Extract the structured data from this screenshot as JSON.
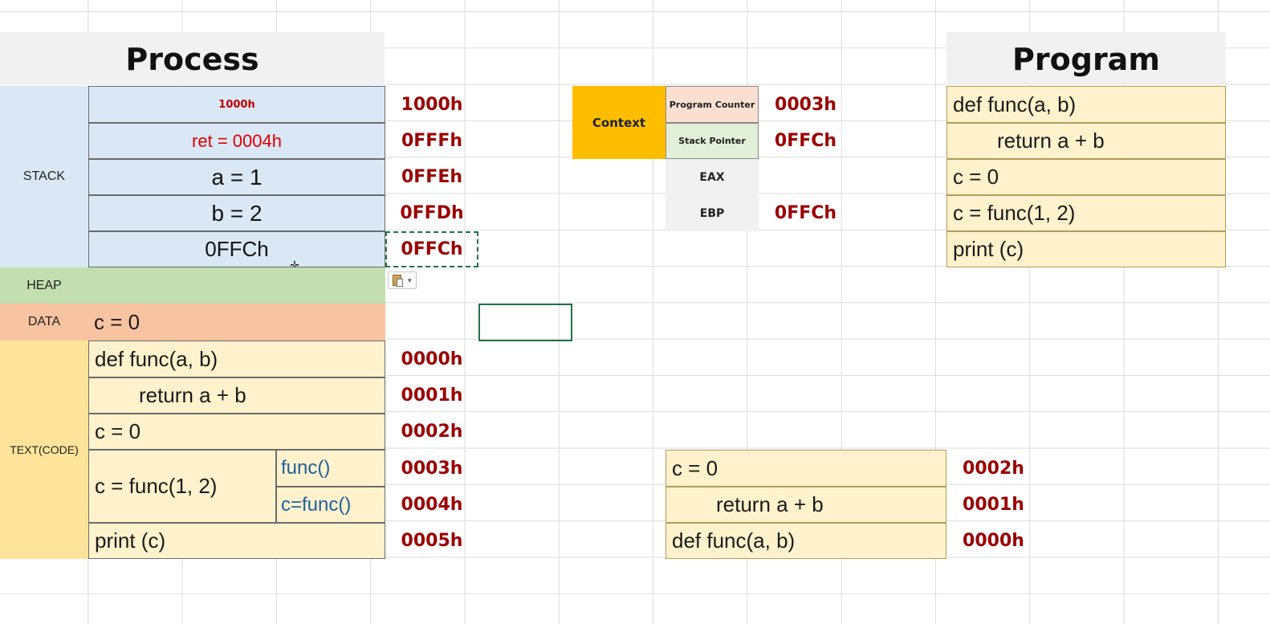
{
  "process": {
    "title": "Process",
    "labels": {
      "stack": "STACK",
      "heap": "HEAP",
      "data": "DATA",
      "text": "TEXT(CODE)"
    },
    "stack": [
      {
        "value": "1000h",
        "addr": "1000h"
      },
      {
        "value": "ret = 0004h",
        "addr": "0FFFh"
      },
      {
        "value": "a = 1",
        "addr": "0FFEh"
      },
      {
        "value": "b = 2",
        "addr": "0FFDh"
      },
      {
        "value": "0FFCh",
        "addr": "0FFCh"
      }
    ],
    "data": {
      "value": "c = 0"
    },
    "text": [
      {
        "code": "def func(a, b)",
        "addr": "0000h"
      },
      {
        "code": "return a + b",
        "addr": "0001h"
      },
      {
        "code": "c = 0",
        "addr": "0002h"
      },
      {
        "code": "c = func(1, 2)",
        "sub1": "func()",
        "addr": "0003h",
        "sub2": "c=func()",
        "addr2": "0004h"
      },
      {
        "code": "print (c)",
        "addr": "0005h"
      }
    ]
  },
  "context": {
    "label": "Context",
    "pc_label": "Program Counter",
    "pc_value": "0003h",
    "sp_label": "Stack Pointer",
    "sp_value": "0FFCh",
    "eax_label": "EAX",
    "eax_value": "",
    "ebp_label": "EBP",
    "ebp_value": "0FFCh"
  },
  "program": {
    "title": "Program",
    "lines": [
      "def func(a, b)",
      "return a + b",
      "c = 0",
      "c = func(1, 2)",
      "print (c)"
    ]
  },
  "call_stack": [
    {
      "code": "c = 0",
      "addr": "0002h"
    },
    {
      "code": "return a + b",
      "addr": "0001h"
    },
    {
      "code": "def func(a, b)",
      "addr": "0000h"
    }
  ],
  "colors": {
    "stack": "#dae7f5",
    "heap": "#c3deb0",
    "data": "#f8c3a0",
    "text": "#fde49a",
    "context": "#ffbd00",
    "address": "#9a0000"
  }
}
